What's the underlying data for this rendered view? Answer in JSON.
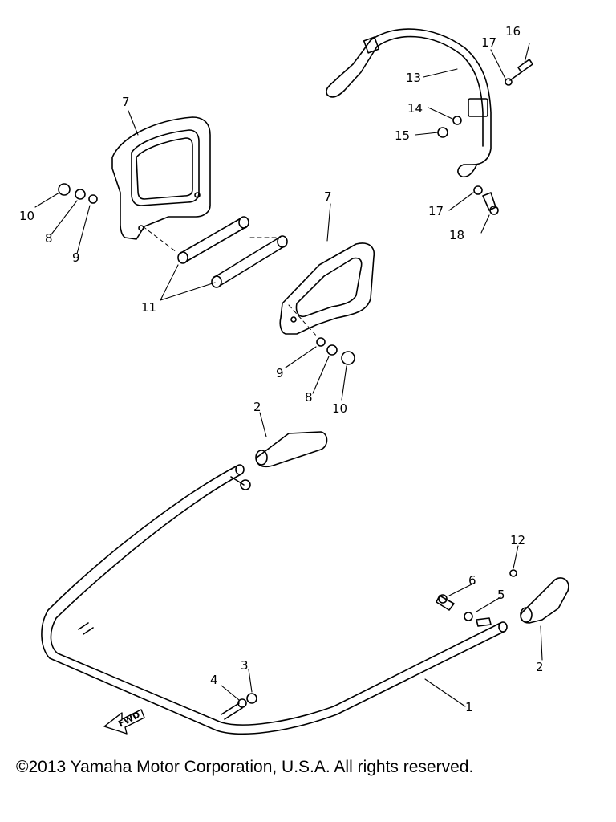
{
  "labels": {
    "p1": "1",
    "p2a": "2",
    "p2b": "2",
    "p3": "3",
    "p4": "4",
    "p5": "5",
    "p6": "6",
    "p7a": "7",
    "p7b": "7",
    "p8a": "8",
    "p8b": "8",
    "p9a": "9",
    "p9b": "9",
    "p10a": "10",
    "p10b": "10",
    "p11": "11",
    "p12": "12",
    "p13": "13",
    "p14": "14",
    "p15": "15",
    "p16": "16",
    "p17a": "17",
    "p17b": "17",
    "p18": "18"
  },
  "fwd_arrow": "FWD",
  "copyright": "©2013 Yamaha Motor Corporation, U.S.A. All rights reserved."
}
